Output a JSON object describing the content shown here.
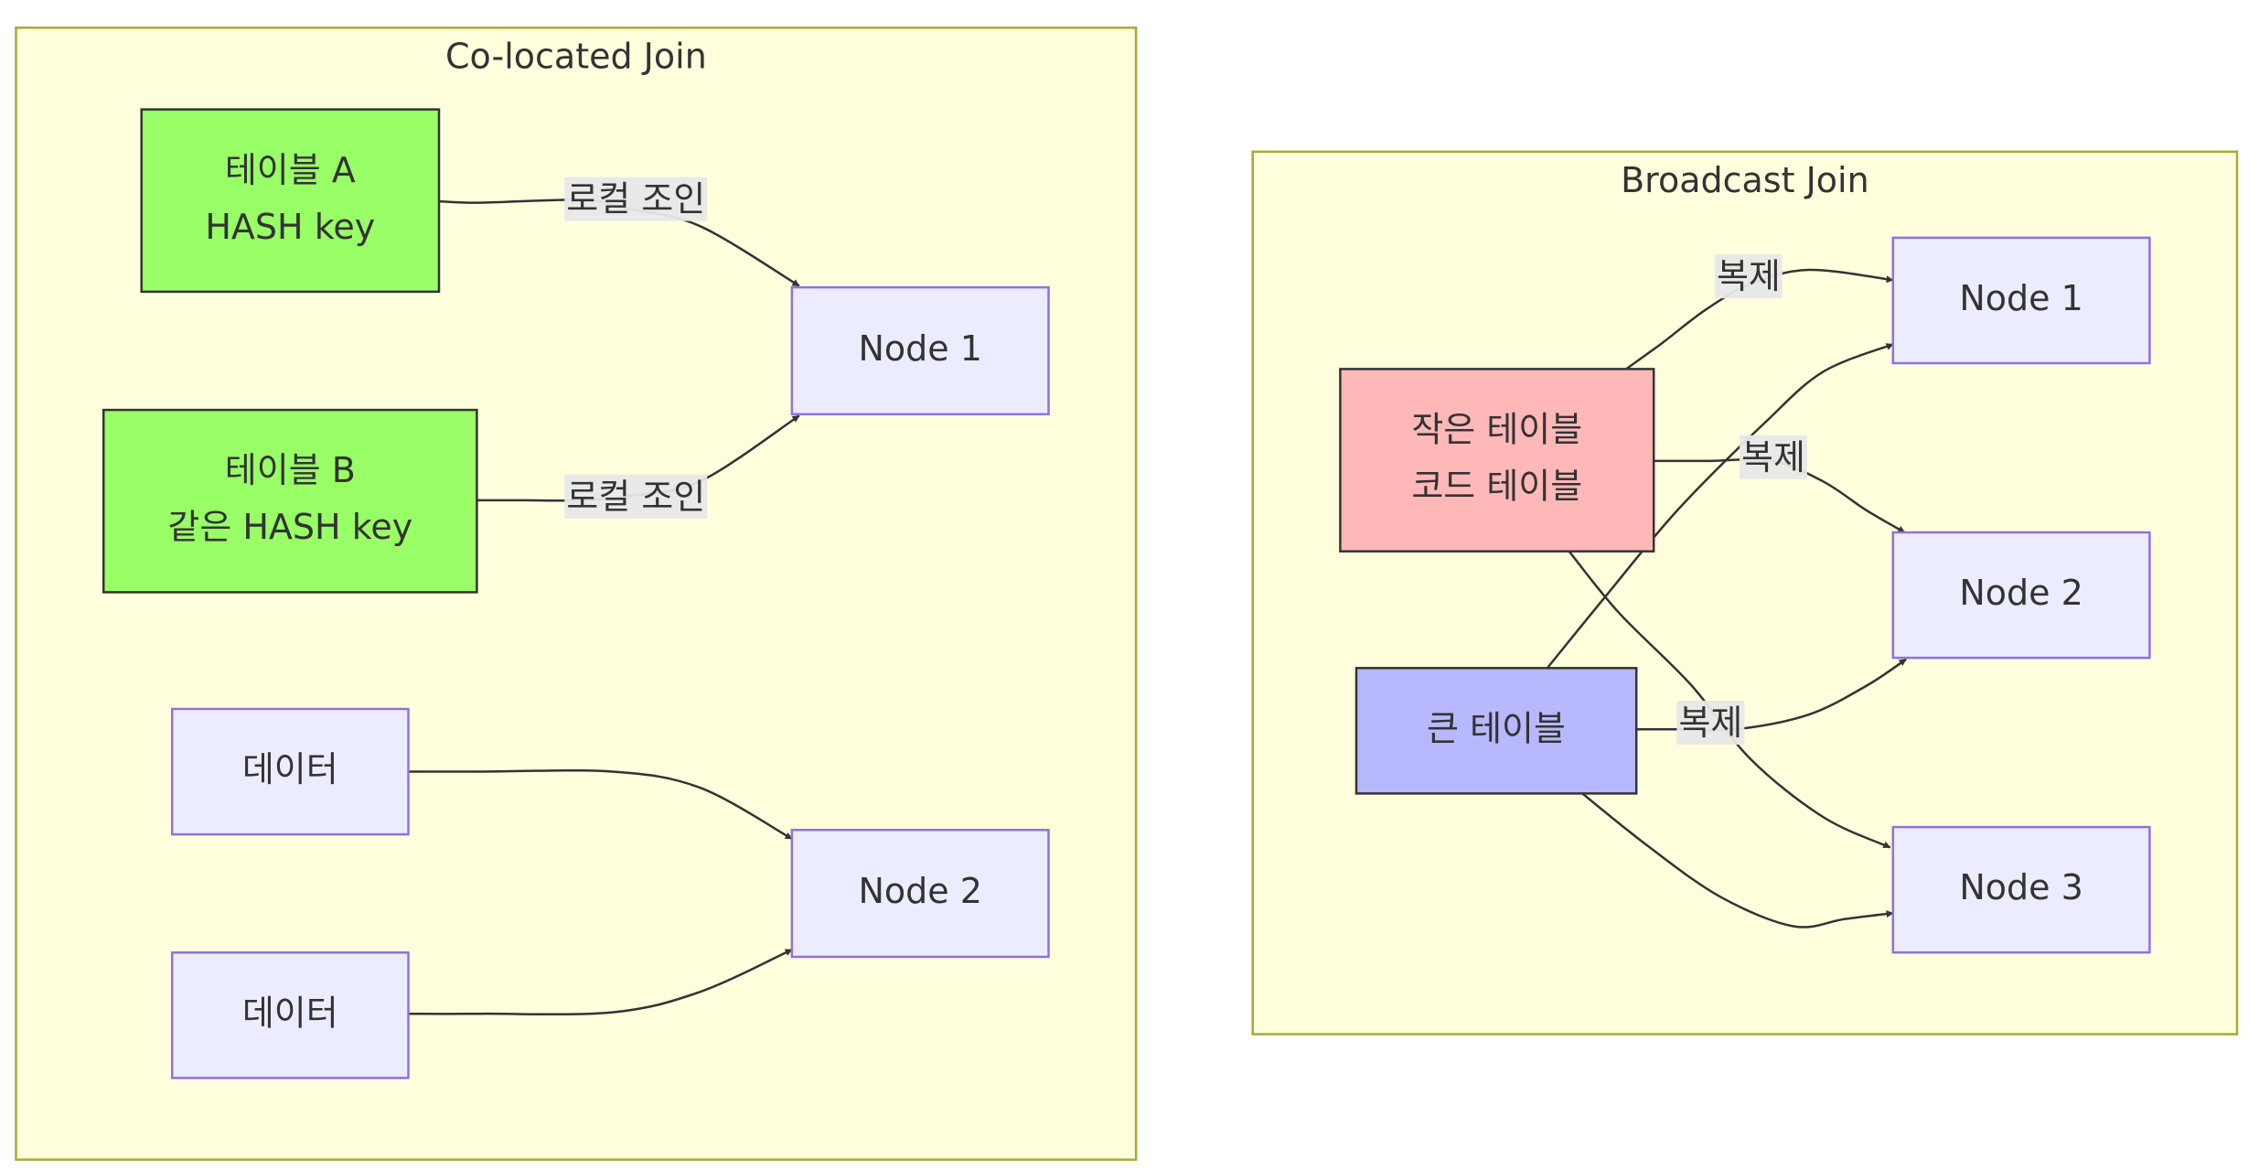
{
  "clusters": {
    "colocated": {
      "title": "Co-located Join"
    },
    "broadcast": {
      "title": "Broadcast Join"
    }
  },
  "nodes": {
    "table_a": {
      "lines": [
        "테이블 A",
        "HASH key"
      ],
      "fill": "#99ff66",
      "stroke": "#333333"
    },
    "table_b": {
      "lines": [
        "테이블 B",
        "같은 HASH key"
      ],
      "fill": "#99ff66",
      "stroke": "#333333"
    },
    "co_node1": {
      "lines": [
        "Node 1"
      ],
      "fill": "#ececff",
      "stroke": "#9370db"
    },
    "data1": {
      "lines": [
        "데이터"
      ],
      "fill": "#ececff",
      "stroke": "#9370db"
    },
    "data2": {
      "lines": [
        "데이터"
      ],
      "fill": "#ececff",
      "stroke": "#9370db"
    },
    "co_node2": {
      "lines": [
        "Node 2"
      ],
      "fill": "#ececff",
      "stroke": "#9370db"
    },
    "small_table": {
      "lines": [
        "작은 테이블",
        "코드 테이블"
      ],
      "fill": "#ffb8b8",
      "stroke": "#333333"
    },
    "big_table": {
      "lines": [
        "큰 테이블"
      ],
      "fill": "#b8b8ff",
      "stroke": "#333333"
    },
    "bc_node1": {
      "lines": [
        "Node 1"
      ],
      "fill": "#ececff",
      "stroke": "#9370db"
    },
    "bc_node2": {
      "lines": [
        "Node 2"
      ],
      "fill": "#ececff",
      "stroke": "#9370db"
    },
    "bc_node3": {
      "lines": [
        "Node 3"
      ],
      "fill": "#ececff",
      "stroke": "#9370db"
    }
  },
  "edges": [
    {
      "id": "a-n1",
      "from": "table_a",
      "to": "co_node1",
      "label": "로컬 조인"
    },
    {
      "id": "b-n1",
      "from": "table_b",
      "to": "co_node1",
      "label": "로컬 조인"
    },
    {
      "id": "d1-n2",
      "from": "data1",
      "to": "co_node2",
      "label": ""
    },
    {
      "id": "d2-n2",
      "from": "data2",
      "to": "co_node2",
      "label": ""
    },
    {
      "id": "small-n1",
      "from": "small_table",
      "to": "bc_node1",
      "label": "복제"
    },
    {
      "id": "small-n2",
      "from": "small_table",
      "to": "bc_node2",
      "label": "복제"
    },
    {
      "id": "small-n3",
      "from": "small_table",
      "to": "bc_node3",
      "label": ""
    },
    {
      "id": "big-n1",
      "from": "big_table",
      "to": "bc_node1",
      "label": ""
    },
    {
      "id": "big-n2",
      "from": "big_table",
      "to": "bc_node2",
      "label": "복제"
    },
    {
      "id": "big-n3",
      "from": "big_table",
      "to": "bc_node3",
      "label": ""
    }
  ]
}
